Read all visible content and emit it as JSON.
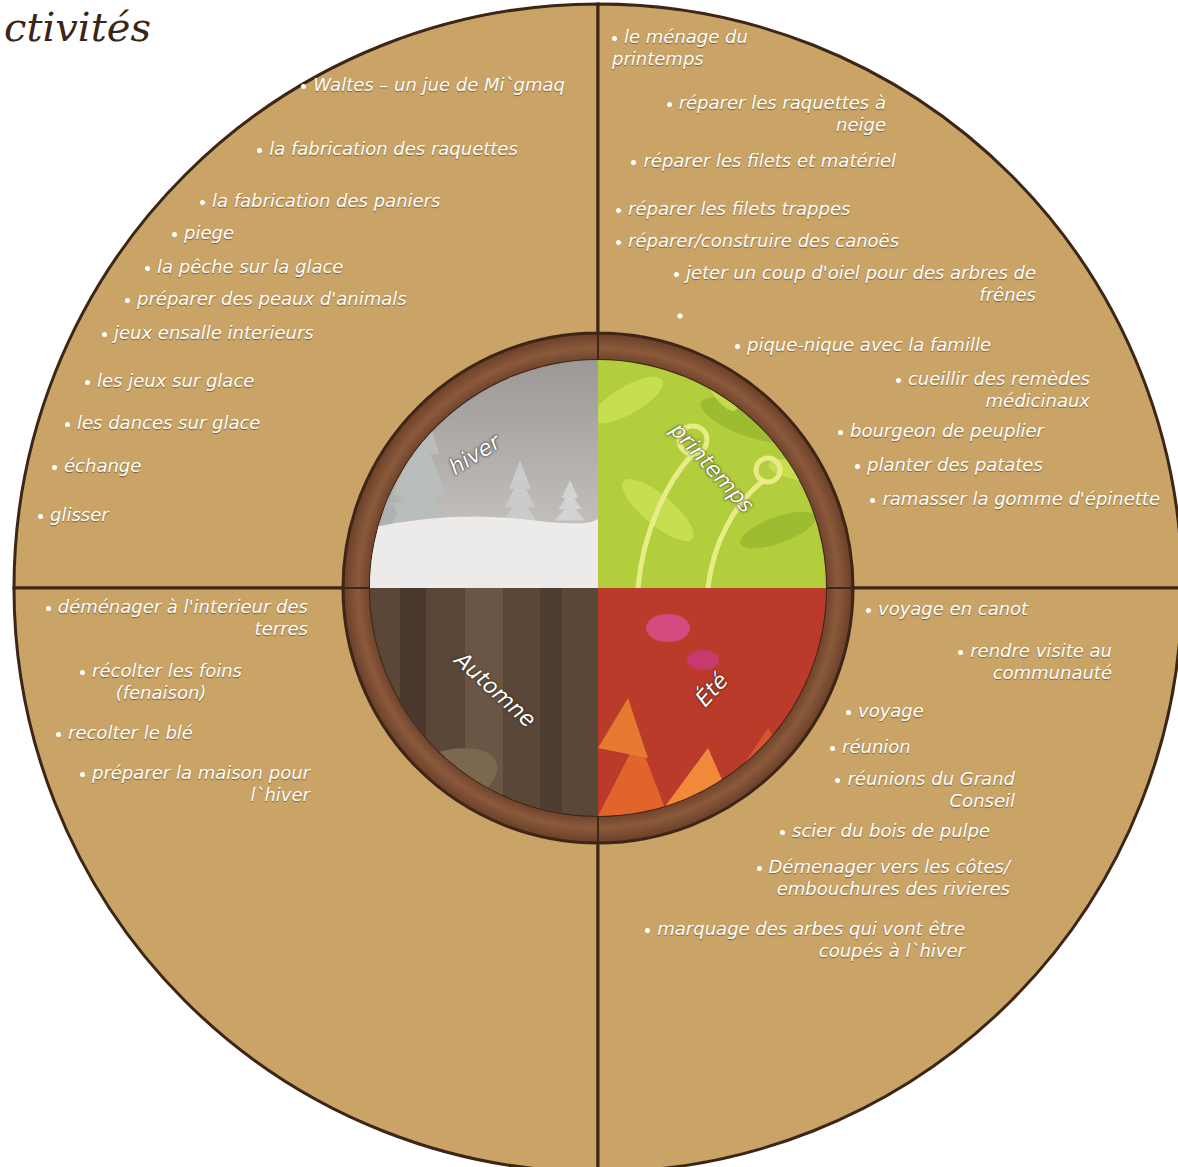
{
  "diagram": {
    "title": "ctivités",
    "nodes": [
      {
        "text": [
          "Waltes – un jue de Mi`gmaq",
          "la fabrication des raquettes",
          "la fabrication des paniers",
          "piege",
          "la pêche sur la glace",
          "préparer des peaux d'animals",
          "jeux ensalle interieurs",
          "les jeux sur glace",
          "les dances sur glace",
          "échange",
          "glisser"
        ]
      },
      {
        "text": [
          "le ménage du printemps",
          "réparer les raquettes à neige",
          "réparer les filets et matériel",
          "réparer les filets trappes",
          "réparer/construire des canoës",
          "jeter un coup d'oiel pour des arbres de frênes",
          "pique-nique avec la famille",
          "cueillir des remèdes médicinaux",
          "bourgeon de peuplier",
          "planter des patates",
          "ramasser la gomme d'épinette"
        ]
      },
      {
        "text": [
          "hiver"
        ]
      },
      {
        "text": [
          "printemps"
        ]
      },
      {
        "text": [
          "Automne"
        ]
      },
      {
        "text": [
          "Été"
        ]
      },
      {
        "text": [
          "déménager à l'interieur des terres",
          "récolter les foins (fenaison)",
          "recolter le blé",
          "préparer la maison pour l`hiver"
        ]
      },
      {
        "text": [
          "voyage en canot",
          "rendre visite au communauté",
          "voyage",
          "réunion",
          "réunions du Grand Conseil",
          "scier du bois de pulpe",
          "Démenager vers les côtes/ embouchures des rivieres",
          "marquage des arbes qui vont être coupés à l`hiver"
        ]
      }
    ]
  }
}
